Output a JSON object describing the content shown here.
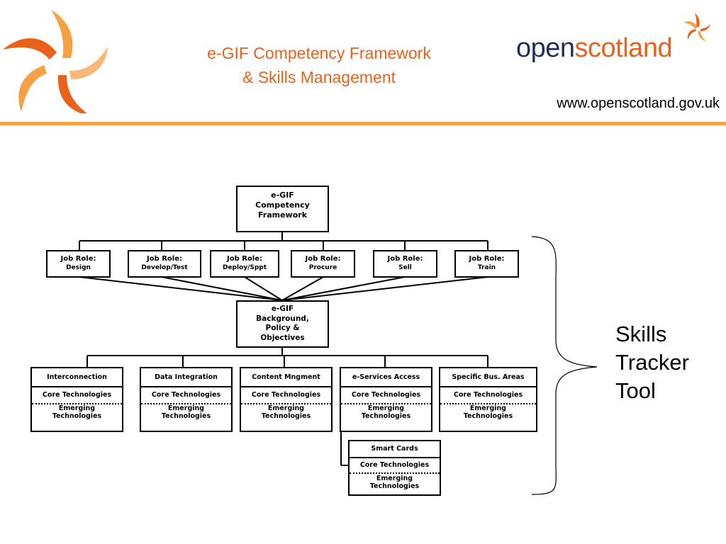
{
  "header": {
    "title_line1": "e-GIF Competency Framework",
    "title_line2": "& Skills Management",
    "brand_open": "open",
    "brand_scotland": "scotland",
    "website": "www.openscotland.gov.uk",
    "colors": {
      "accent": "#E8621C",
      "brand_dark": "#1F2F5C",
      "rule": "#F7A044"
    }
  },
  "diagram": {
    "root": {
      "line1": "e-GIF",
      "line2": "Competency",
      "line3": "Framework"
    },
    "roles": [
      {
        "label": "Job Role:",
        "name": "Design"
      },
      {
        "label": "Job Role:",
        "name": "Develop/Test"
      },
      {
        "label": "Job Role:",
        "name": "Deploy/Sppt"
      },
      {
        "label": "Job Role:",
        "name": "Procure"
      },
      {
        "label": "Job Role:",
        "name": "Sell"
      },
      {
        "label": "Job Role:",
        "name": "Train"
      }
    ],
    "background": {
      "line1": "e-GIF",
      "line2": "Background,",
      "line3": "Policy &",
      "line4": "Objectives"
    },
    "areas": [
      {
        "title": "Interconnection",
        "core": "Core Technologies",
        "emerging1": "Emerging",
        "emerging2": "Technologies"
      },
      {
        "title": "Data Integration",
        "core": "Core Technologies",
        "emerging1": "Emerging",
        "emerging2": "Technologies"
      },
      {
        "title": "Content Mngment",
        "core": "Core Technologies",
        "emerging1": "Emerging",
        "emerging2": "Technologies"
      },
      {
        "title": "e-Services Access",
        "core": "Core Technologies",
        "emerging1": "Emerging",
        "emerging2": "Technologies"
      },
      {
        "title": "Specific Bus. Areas",
        "core": "Core Technologies",
        "emerging1": "Emerging",
        "emerging2": "Technologies"
      }
    ],
    "sub_area": {
      "title": "Smart Cards",
      "core": "Core Technologies",
      "emerging1": "Emerging",
      "emerging2": "Technologies"
    }
  },
  "side_label": {
    "line1": "Skills",
    "line2": "Tracker",
    "line3": "Tool"
  }
}
